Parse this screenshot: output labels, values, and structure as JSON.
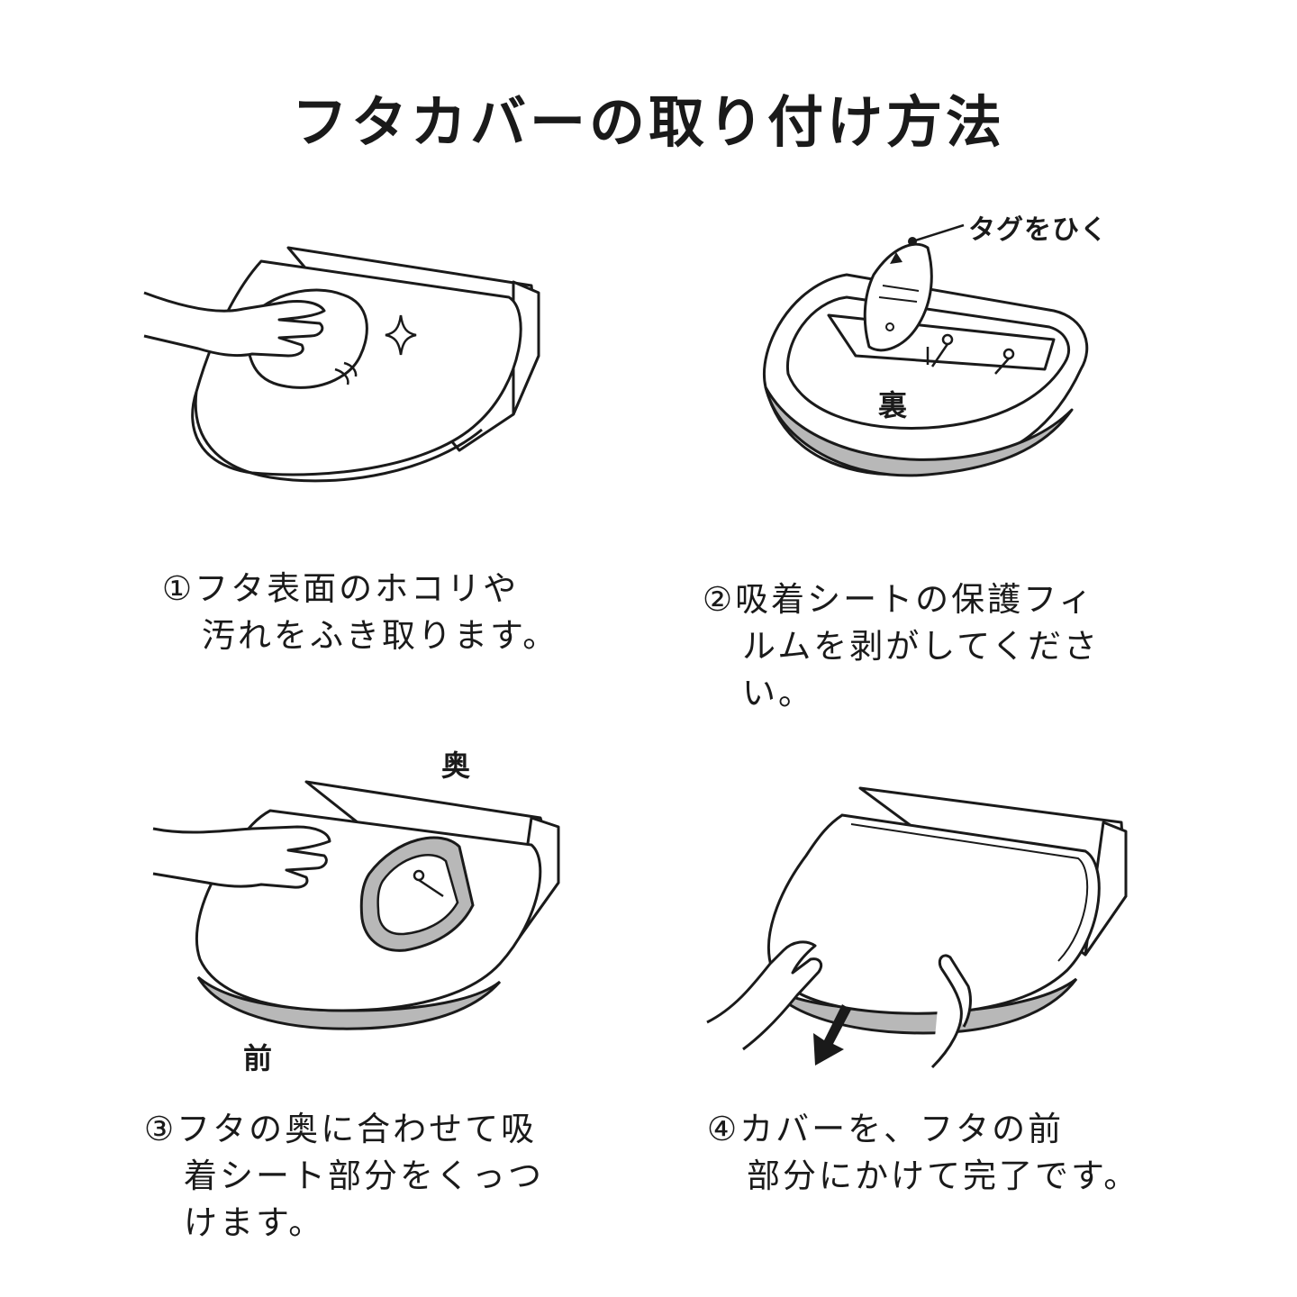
{
  "title": "フタカバーの取り付け方法",
  "steps": [
    {
      "number": "①",
      "lines": [
        "フタ表面のホコリや",
        "汚れをふき取ります。"
      ]
    },
    {
      "number": "②",
      "lines": [
        "吸着シートの保護フィ",
        "ルムを剥がしてくださ",
        "い。"
      ]
    },
    {
      "number": "③",
      "lines": [
        "フタの奥に合わせて吸",
        "着シート部分をくっつ",
        "けます。"
      ]
    },
    {
      "number": "④",
      "lines": [
        "カバーを、フタの前",
        "部分にかけて完了です。"
      ]
    }
  ],
  "labels": {
    "pull_tag": "タグをひく",
    "back_side": "裏",
    "rear": "奥",
    "front": "前"
  },
  "icons": {
    "sparkle": "sparkle-icon",
    "arrow": "arrow-down-left-icon"
  },
  "colors": {
    "line": "#1a1a1a",
    "shade": "#b8b8b8",
    "background": "#ffffff"
  }
}
